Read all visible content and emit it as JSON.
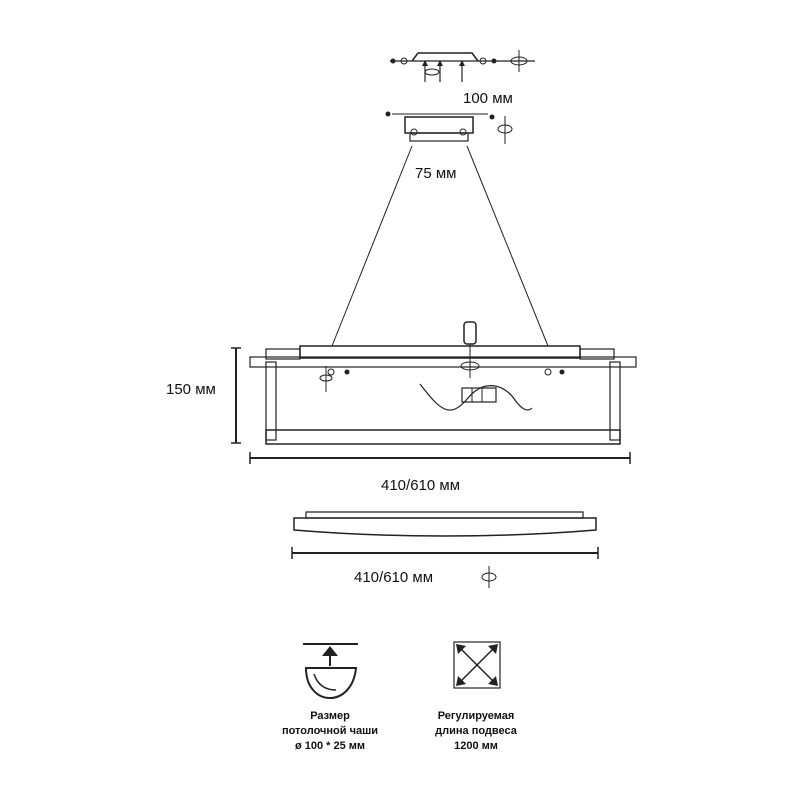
{
  "dimensions": {
    "mount_width": "100 мм",
    "canopy_width": "75 мм",
    "height": "150 мм",
    "length_top": "410/610 мм",
    "length_bottom": "410/610 мм"
  },
  "features": [
    {
      "line1": "Размер",
      "line2": "потолочной чаши",
      "line3": "ø 100 * 25 мм"
    },
    {
      "line1": "Регулируемая",
      "line2": "длина подвеса",
      "line3": "1200 мм"
    }
  ]
}
